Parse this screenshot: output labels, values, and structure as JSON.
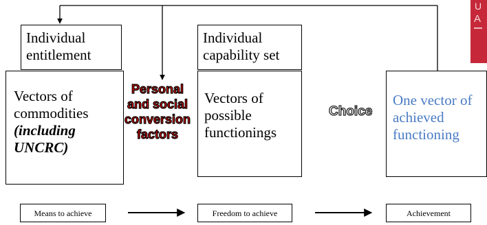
{
  "top_boxes": {
    "entitlement": [
      "Individual",
      "entitlement"
    ],
    "capability": [
      "Individual",
      "capability set"
    ]
  },
  "main_boxes": {
    "commodities": {
      "lines": [
        "Vectors of",
        "commodities"
      ],
      "emphasis": [
        "(including",
        "UNCRC)"
      ]
    },
    "functionings": {
      "lines": [
        "Vectors of",
        "possible",
        "functionings"
      ]
    },
    "achieved": {
      "lines": [
        "One vector of",
        "achieved",
        "functioning"
      ],
      "color": "#4a7bc4"
    }
  },
  "conversion_factors": {
    "lines": [
      "Personal",
      "and social",
      "conversion",
      "factors"
    ],
    "color": "#e00000"
  },
  "choice_label": "Choice",
  "bottom_row": {
    "means": "Means to achieve",
    "freedom": "Freedom to achieve",
    "achievement": "Achievement"
  }
}
